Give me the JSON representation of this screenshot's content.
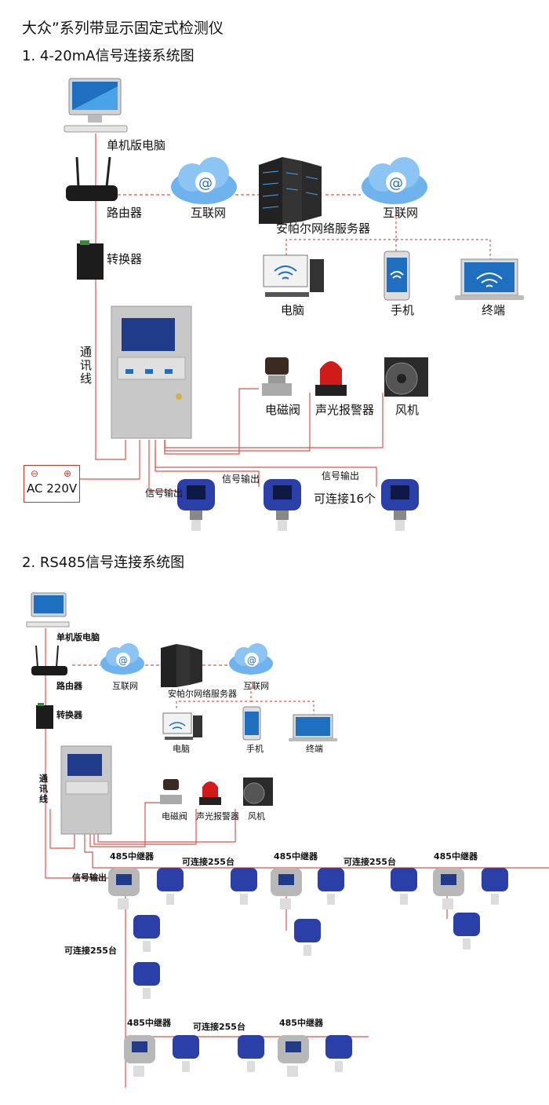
{
  "page": {
    "title": "大众”系列带显示固定式检测仪"
  },
  "section1": {
    "heading": "1. 4-20mA信号连接系统图",
    "labels": {
      "pc": "单机版电脑",
      "router": "路由器",
      "internet_left": "互联网",
      "server": "安帕尔网络服务器",
      "internet_right": "互联网",
      "converter": "转换器",
      "computer": "电脑",
      "phone": "手机",
      "terminal": "终端",
      "comm_line": "通讯线",
      "valve": "电磁阀",
      "alarm": "声光报警器",
      "fan": "风机",
      "power": "AC 220V",
      "signal_out_1": "信号输出",
      "signal_out_2": "信号输出",
      "signal_out_3": "信号输出",
      "connect_up_to": "可连接16个"
    }
  },
  "section2": {
    "heading": "2. RS485信号连接系统图",
    "labels": {
      "pc": "单机版电脑",
      "router": "路由器",
      "internet_left": "互联网",
      "server": "安帕尔网络服务器",
      "internet_right": "互联网",
      "converter": "转换器",
      "computer": "电脑",
      "phone": "手机",
      "terminal": "终端",
      "comm_line": "通讯线",
      "valve": "电磁阀",
      "alarm": "声光报警器",
      "fan": "风机",
      "signal_out": "信号输出",
      "repeater_1": "485中继器",
      "repeater_2": "485中继器",
      "repeater_3": "485中继器",
      "repeater_4": "485中继器",
      "repeater_5": "485中继器",
      "connect_255_a": "可连接255台",
      "connect_255_b": "可连接255台",
      "connect_255_c": "可连接255台",
      "connect_255_d": "可连接255台"
    }
  },
  "colors": {
    "wire": "#d9534f",
    "detector_blue": "#2b3fa8",
    "cloud": "#4a90d9"
  }
}
